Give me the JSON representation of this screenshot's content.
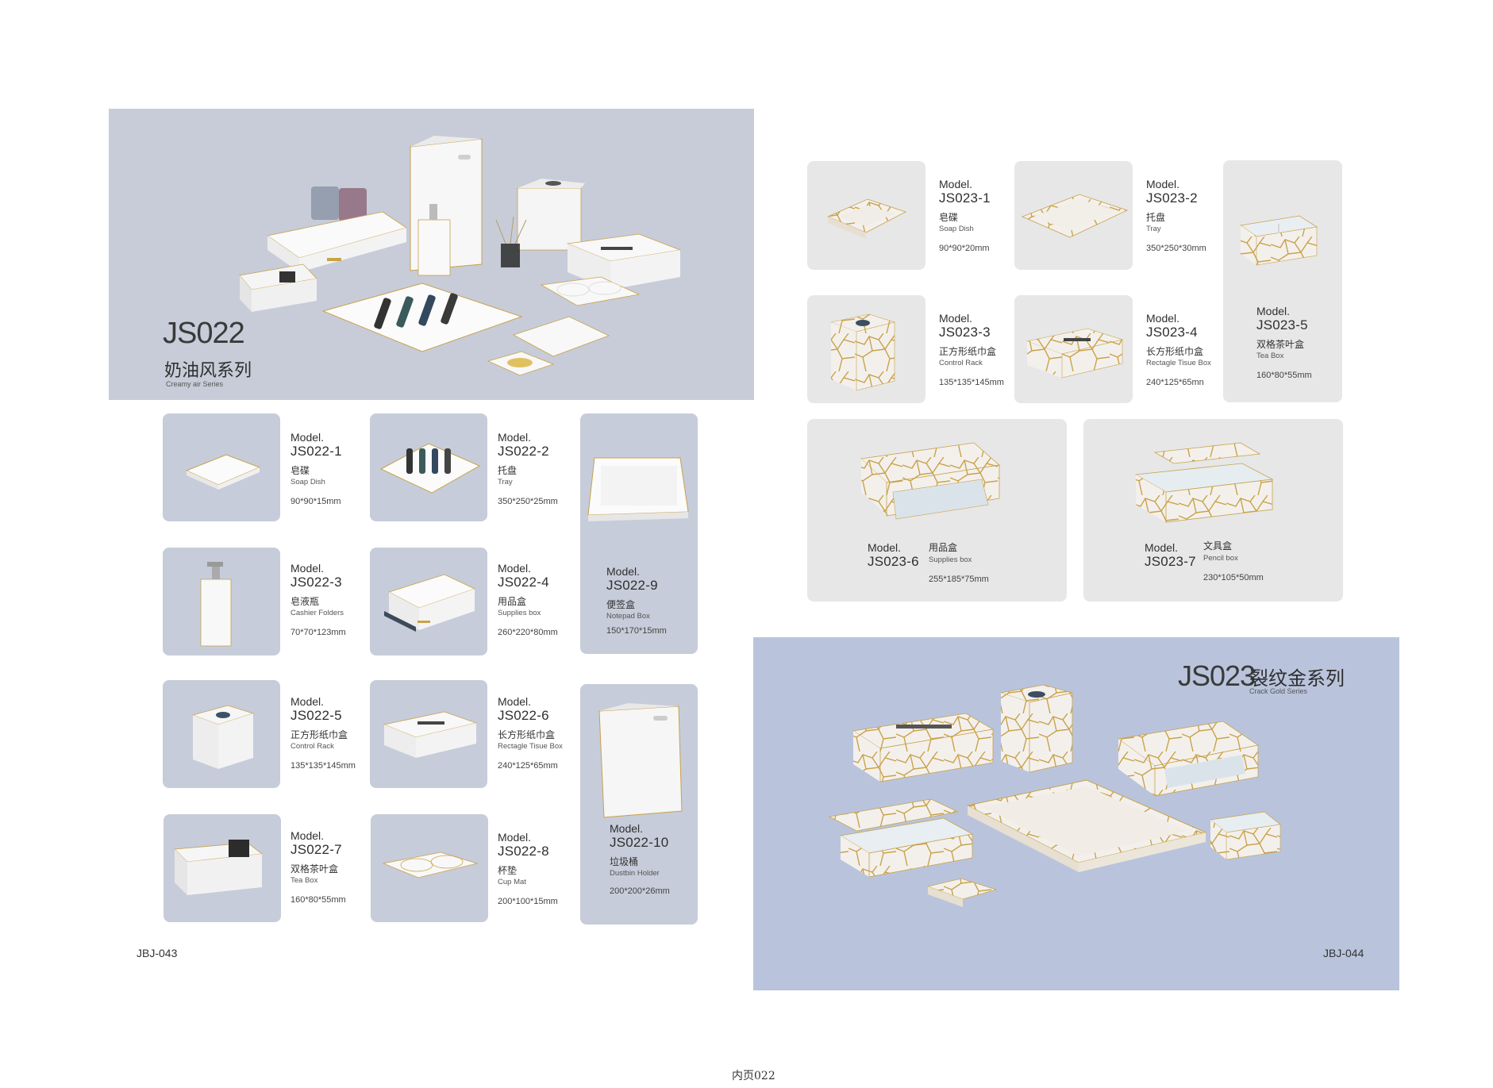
{
  "left": {
    "hero": {
      "code": "JS022",
      "cn": "奶油风系列",
      "en": "Creamy air Series"
    },
    "products": [
      {
        "label": "Model.",
        "code": "JS022-1",
        "cn": "皂碟",
        "en": "Soap Dish",
        "dim": "90*90*15mm"
      },
      {
        "label": "Model.",
        "code": "JS022-2",
        "cn": "托盘",
        "en": "Tray",
        "dim": "350*250*25mm"
      },
      {
        "label": "Model.",
        "code": "JS022-3",
        "cn": "皂液瓶",
        "en": "Cashier Folders",
        "dim": "70*70*123mm"
      },
      {
        "label": "Model.",
        "code": "JS022-4",
        "cn": "用品盒",
        "en": "Supplies box",
        "dim": "260*220*80mm"
      },
      {
        "label": "Model.",
        "code": "JS022-5",
        "cn": "正方形纸巾盒",
        "en": "Control Rack",
        "dim": "135*135*145mm"
      },
      {
        "label": "Model.",
        "code": "JS022-6",
        "cn": "长方形纸巾盒",
        "en": "Rectagle Tisue Box",
        "dim": "240*125*65mm"
      },
      {
        "label": "Model.",
        "code": "JS022-7",
        "cn": "双格茶叶盒",
        "en": "Tea Box",
        "dim": "160*80*55mm"
      },
      {
        "label": "Model.",
        "code": "JS022-8",
        "cn": "杯垫",
        "en": "Cup Mat",
        "dim": "200*100*15mm"
      },
      {
        "label": "Model.",
        "code": "JS022-9",
        "cn": "便签盒",
        "en": "Notepad Box",
        "dim": "150*170*15mm"
      },
      {
        "label": "Model.",
        "code": "JS022-10",
        "cn": "垃圾桶",
        "en": "Dustbin Holder",
        "dim": "200*200*26mm"
      }
    ],
    "page_number": "JBJ-043"
  },
  "right": {
    "hero": {
      "code": "JS023",
      "cn": "裂纹金系列",
      "en": "Crack Gold Series"
    },
    "products": [
      {
        "label": "Model.",
        "code": "JS023-1",
        "cn": "皂碟",
        "en": "Soap Dish",
        "dim": "90*90*20mm"
      },
      {
        "label": "Model.",
        "code": "JS023-2",
        "cn": "托盘",
        "en": "Tray",
        "dim": "350*250*30mm"
      },
      {
        "label": "Model.",
        "code": "JS023-3",
        "cn": "正方形纸巾盒",
        "en": "Control Rack",
        "dim": "135*135*145mm"
      },
      {
        "label": "Model.",
        "code": "JS023-4",
        "cn": "长方形纸巾盒",
        "en": "Rectagle Tisue Box",
        "dim": "240*125*65mn"
      },
      {
        "label": "Model.",
        "code": "JS023-5",
        "cn": "双格茶叶盒",
        "en": "Tea Box",
        "dim": "160*80*55mm"
      },
      {
        "label": "Model.",
        "code": "JS023-6",
        "cn": "用品盒",
        "en": "Supplies box",
        "dim": "255*185*75mm"
      },
      {
        "label": "Model.",
        "code": "JS023-7",
        "cn": "文具盒",
        "en": "Pencil box",
        "dim": "230*105*50mm"
      }
    ],
    "page_number": "JBJ-044"
  },
  "footer": "内页022",
  "colors": {
    "tile_blue": "#c6ccd9",
    "tile_gray": "#e7e7e7",
    "hero_left": "#c7ccd8",
    "hero_right": "#b9c4dc",
    "gold": "#c9a24a"
  }
}
